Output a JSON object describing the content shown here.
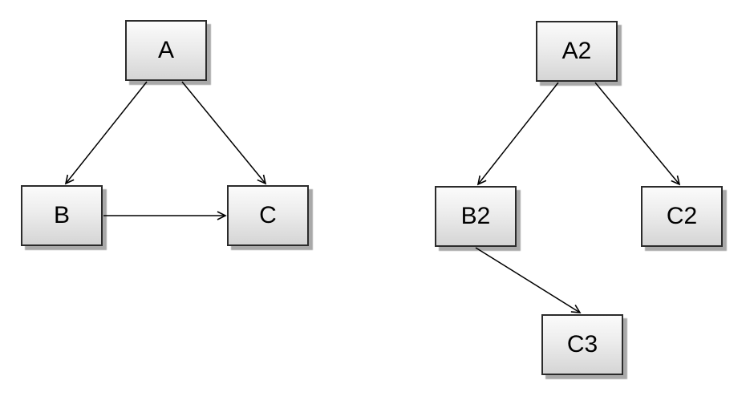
{
  "colors": {
    "background": "#ffffff",
    "node_fill_top": "#fbfbfb",
    "node_fill_bottom": "#d5d5d5",
    "node_border": "#2b2b2b",
    "node_shadow": "#a9a9a9",
    "edge": "#000000",
    "label_text": "#000000"
  },
  "graphs": {
    "left": {
      "nodes": [
        {
          "id": "A",
          "label": "A"
        },
        {
          "id": "B",
          "label": "B"
        },
        {
          "id": "C",
          "label": "C"
        }
      ],
      "edges": [
        {
          "from": "A",
          "to": "B"
        },
        {
          "from": "A",
          "to": "C"
        },
        {
          "from": "B",
          "to": "C"
        }
      ]
    },
    "right": {
      "nodes": [
        {
          "id": "A2",
          "label": "A2"
        },
        {
          "id": "B2",
          "label": "B2"
        },
        {
          "id": "C2",
          "label": "C2"
        },
        {
          "id": "C3",
          "label": "C3"
        }
      ],
      "edges": [
        {
          "from": "A2",
          "to": "B2"
        },
        {
          "from": "A2",
          "to": "C2"
        },
        {
          "from": "B2",
          "to": "C3"
        }
      ]
    }
  }
}
